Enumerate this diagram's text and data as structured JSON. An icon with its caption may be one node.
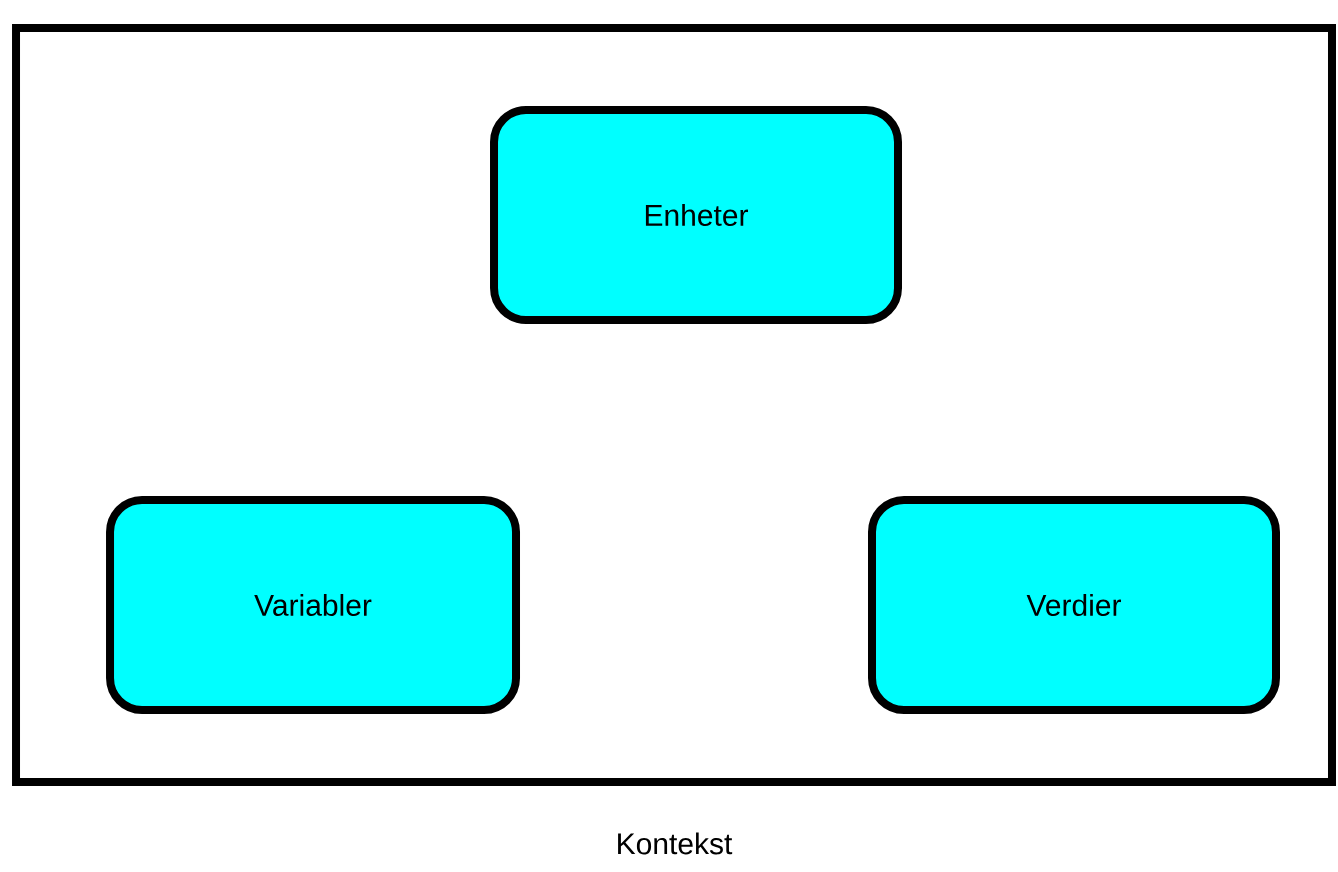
{
  "diagram": {
    "nodes": [
      {
        "text": [
          "Kontekst"
        ]
      },
      {
        "text": [
          "Enheter"
        ],
        "in": 0
      },
      {
        "text": [
          "Variabler"
        ],
        "in": 0
      },
      {
        "text": [
          "Verdier"
        ],
        "in": 0
      }
    ]
  }
}
